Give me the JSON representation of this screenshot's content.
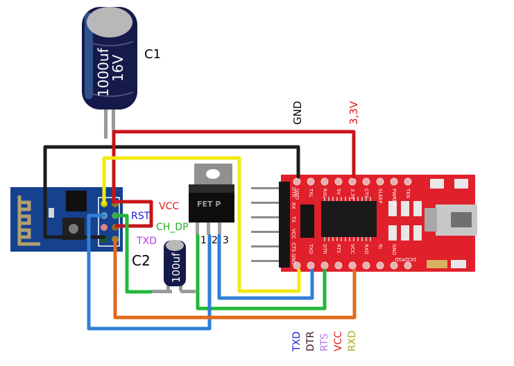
{
  "components": {
    "c1": {
      "ref": "C1",
      "value": "1000uf",
      "voltage": "16V"
    },
    "c2": {
      "ref": "C2",
      "value": "100uf"
    },
    "fet": {
      "label": "FET P",
      "pins": [
        "1",
        "2",
        "3"
      ]
    },
    "esp_labels": {
      "vcc": "VCC",
      "rst": "RST",
      "ch_dp": "CH_DP",
      "txd": "TXD"
    },
    "ftdi_top_labels": {
      "gnd": "GND",
      "v33": "3,3V"
    },
    "ftdi_top_pins": [
      "GND",
      "TXL",
      "RXL",
      "5V",
      "3.3V",
      "CTS",
      "SLEEP"
    ],
    "ftdi_bottom_pins": [
      "TXD",
      "DTR",
      "RTS",
      "VCC",
      "RXD",
      "RI",
      "GND"
    ],
    "ftdi_side_pins": [
      "DTR",
      "RX",
      "TX",
      "VCC",
      "CTS",
      "GND"
    ],
    "ftdi_extra": [
      "PWREN",
      "TEN",
      "DCD",
      "RSD"
    ],
    "bottom_labels": [
      {
        "text": "TXD",
        "color": "#1a1adc"
      },
      {
        "text": "DTR",
        "color": "#3a1010"
      },
      {
        "text": "RTS",
        "color": "#b07ae8"
      },
      {
        "text": "VCC",
        "color": "#e01818"
      },
      {
        "text": "RXD",
        "color": "#a8a820"
      }
    ]
  },
  "colors": {
    "wire_red": "#c8141a",
    "wire_black": "#1c1c1c",
    "wire_yellow": "#f2ea10",
    "wire_green": "#22b83a",
    "wire_blue": "#2f7fd8",
    "wire_orange": "#e06a1a",
    "esp_board": "#15418e",
    "ftdi_board": "#e0202a",
    "label_vcc": "#e01818",
    "label_rst": "#1a1adc",
    "label_chdp": "#22b022",
    "label_txd": "#b040e0"
  }
}
